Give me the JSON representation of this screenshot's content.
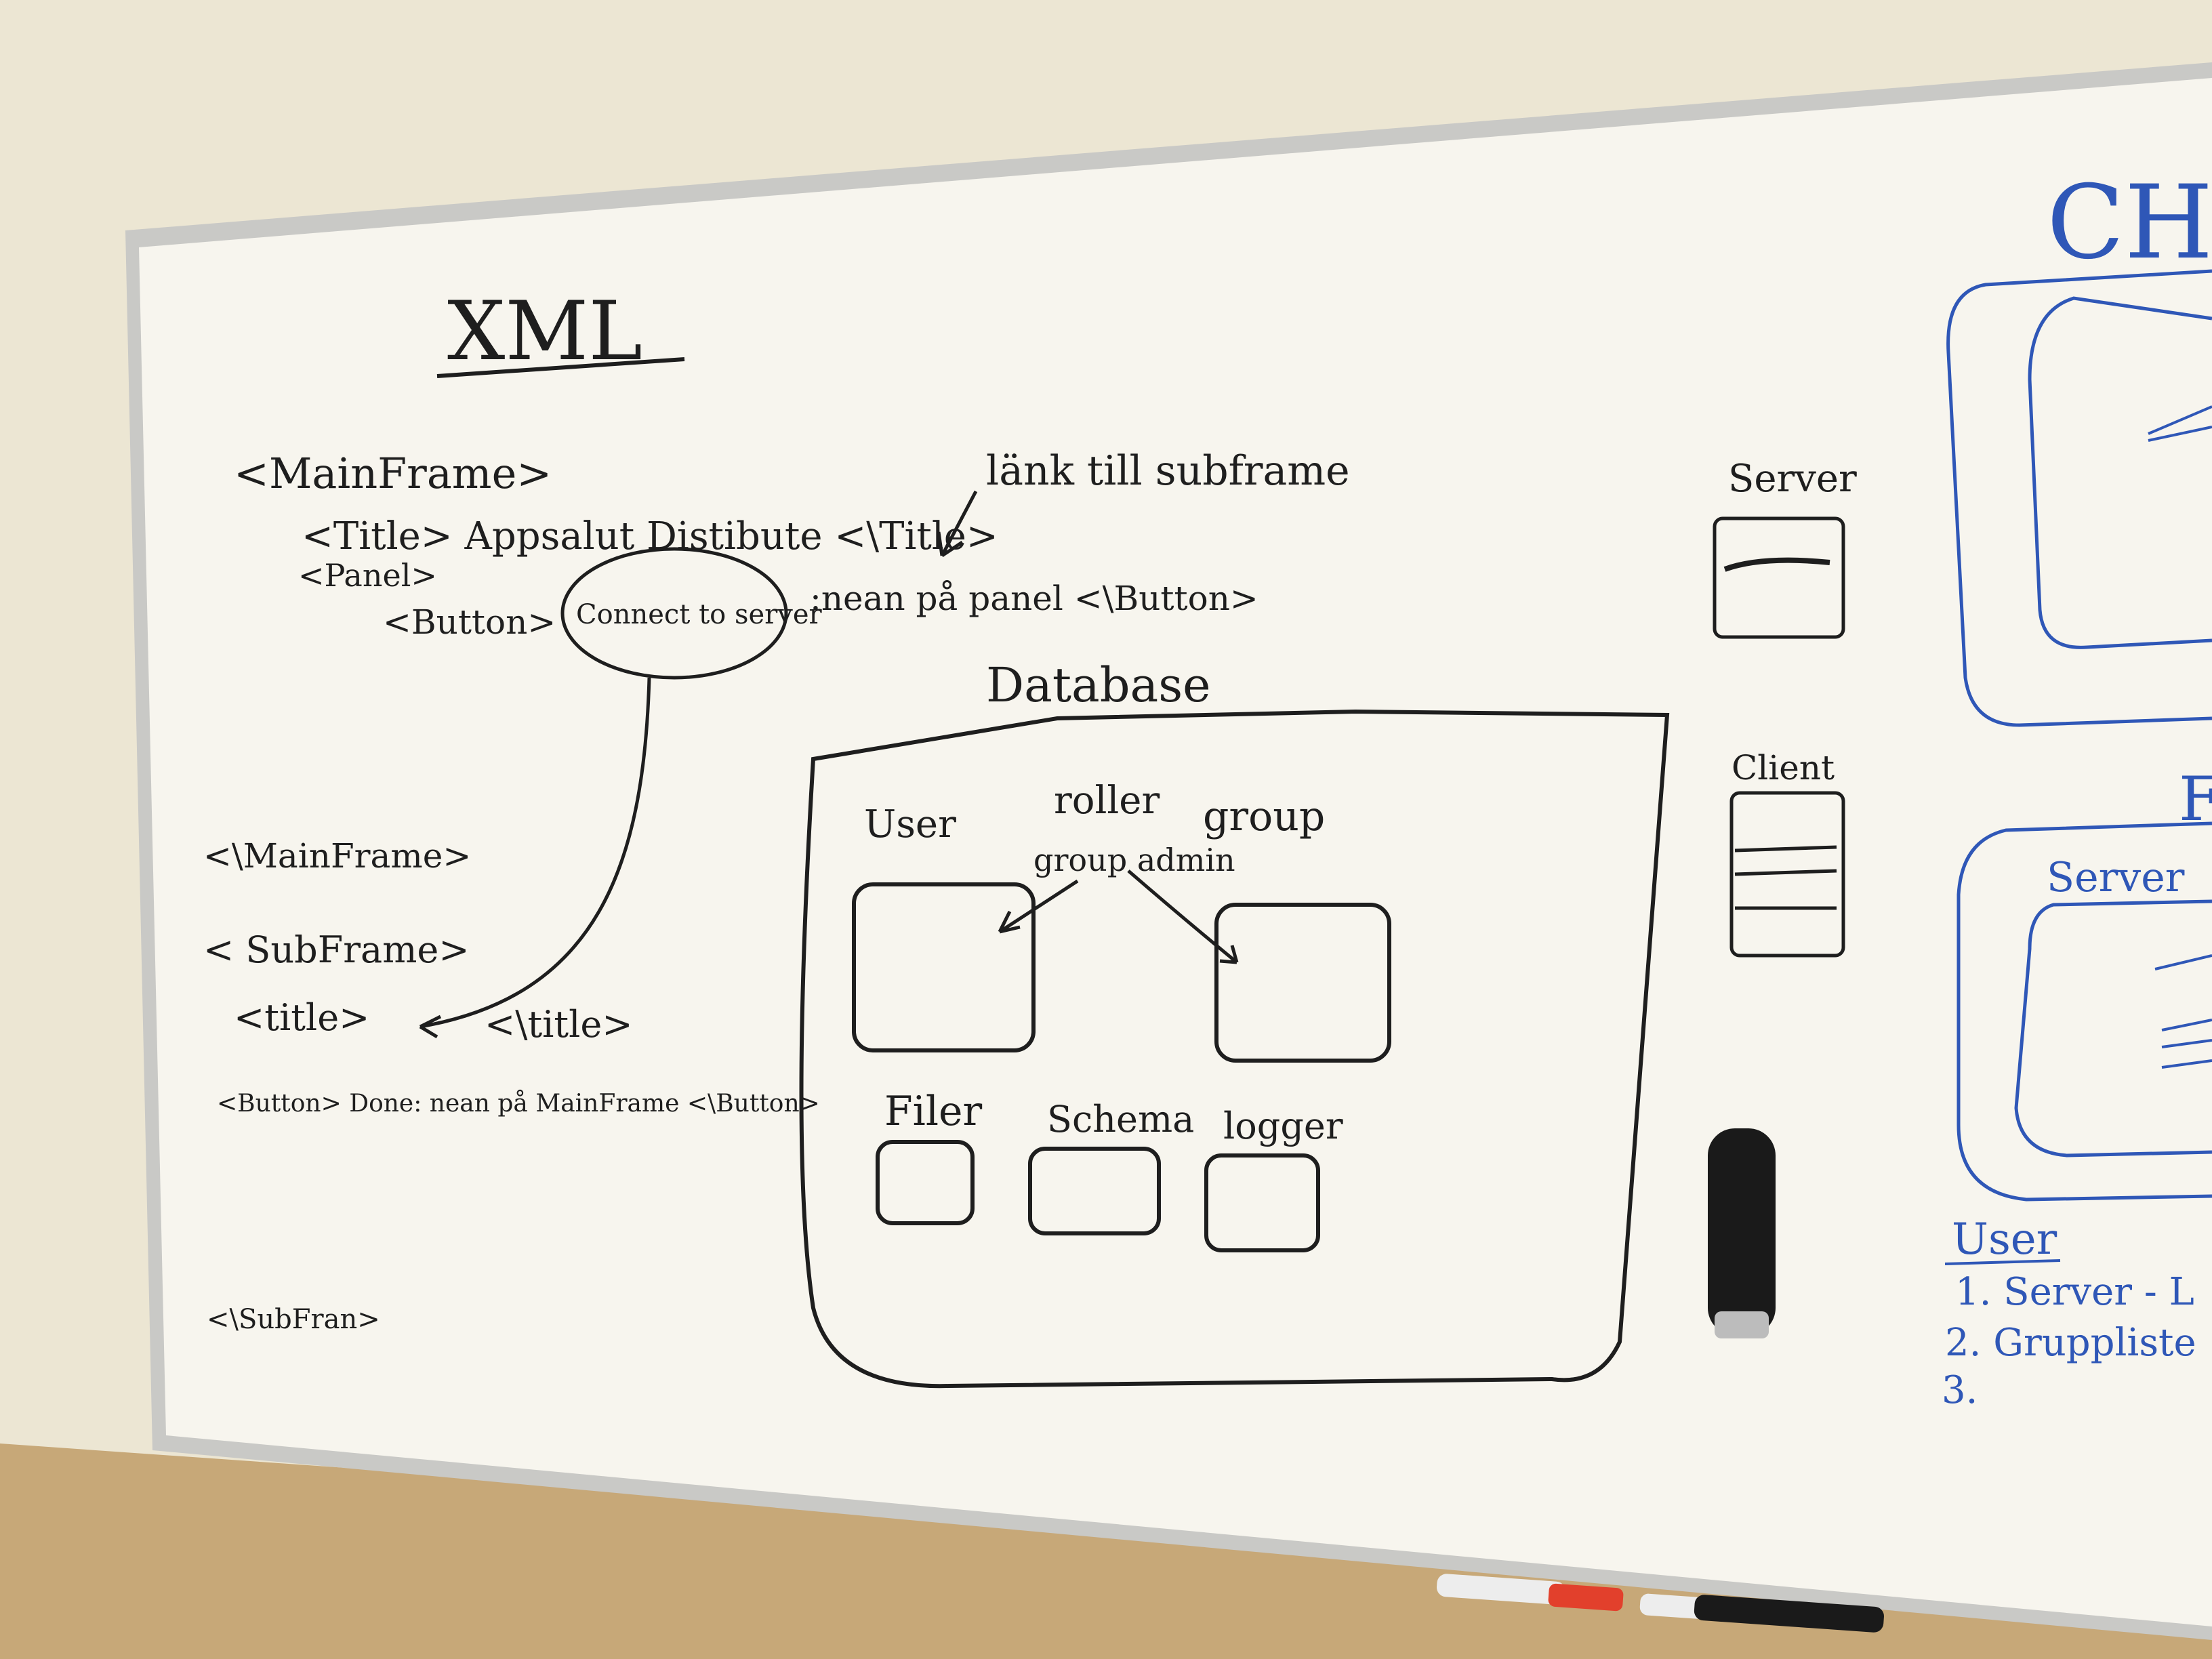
{
  "colors": {
    "wall": "#ece6d3",
    "board": "#f7f5ee",
    "frame": "#c9c9c6",
    "ledge": "#c7a878",
    "ink_black": "#1e1e1e",
    "ink_blue": "#2f57b7",
    "marker_red": "#e2402c"
  },
  "board": {
    "xml_section": {
      "heading": "XML",
      "lines": [
        "<MainFrame>",
        "<Title> Appsalut Distibute <\\Title>",
        "<Panel>",
        "<Button>",
        ":nean på panel <\\Button>",
        "<\\MainFrame>",
        "< SubFrame>",
        "<title>",
        "<\\title>",
        "<Button> Done: nean på MainFrame <\\Button>",
        "<\\SubFran>"
      ],
      "bubble_text": "Connect to server",
      "annotation": "länk till subframe"
    },
    "database_section": {
      "title": "Database",
      "labels": {
        "user": "User",
        "roller": "roller",
        "group_admin": "group admin",
        "group": "group",
        "filer": "Filer",
        "schema": "Schema",
        "logger": "logger"
      }
    },
    "side_section": {
      "server_label": "Server",
      "client_label": "Client"
    },
    "blue_section": {
      "heading_partial": "CH",
      "f_partial": "F",
      "server_label": "Server",
      "user_heading": "User",
      "list": [
        "1. Server - L",
        "2. Gruppliste",
        "3."
      ]
    }
  }
}
